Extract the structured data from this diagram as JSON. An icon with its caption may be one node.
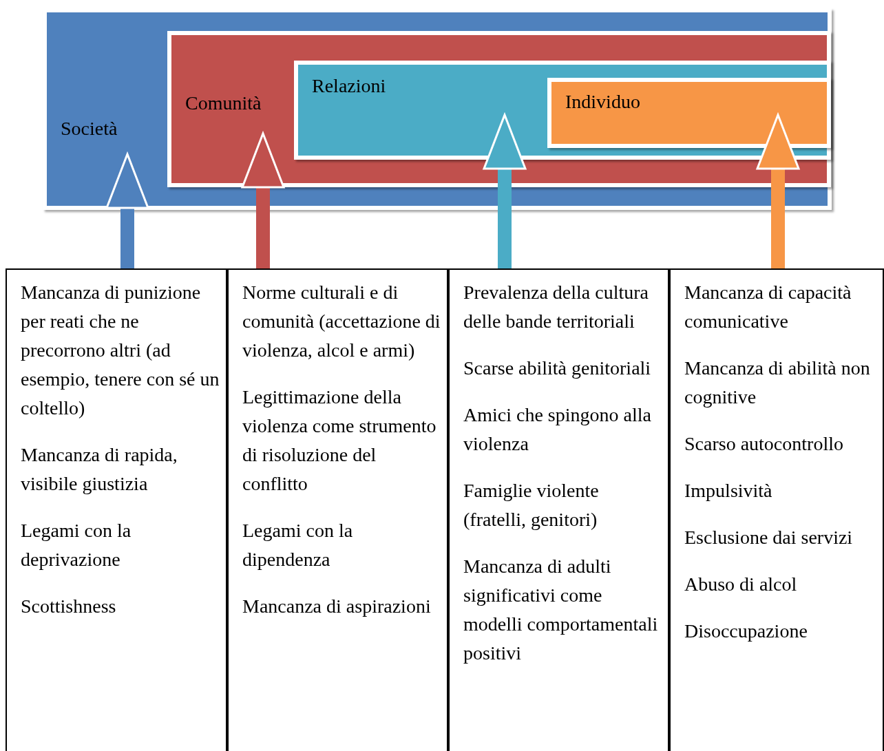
{
  "diagram": {
    "nodes": [
      {
        "text": [
          "Società"
        ]
      },
      {
        "text": [
          "Comunità"
        ],
        "in": 0
      },
      {
        "text": [
          "Relazioni"
        ],
        "in": 1
      },
      {
        "text": [
          "Individuo"
        ],
        "in": 2
      },
      {
        "text": [
          "Mancanza di punizione per reati che ne precorrono altri (ad esempio, tenere con sé un coltello)",
          "Mancanza di rapida, visibile giustizia",
          "Legami con la deprivazione",
          "Scottishness"
        ]
      },
      {
        "text": [
          "Norme culturali e di comunità (accettazione di violenza, alcol e armi)",
          "Legittimazione della violenza come strumento di risoluzione del conflitto",
          "Legami con la dipendenza",
          "Mancanza di aspirazioni"
        ]
      },
      {
        "text": [
          "Prevalenza della cultura delle bande territoriali",
          "Scarse abilità genitoriali",
          "Amici che spingono alla violenza",
          "Famiglie violente (fratelli, genitori)",
          "Mancanza di adulti significativi come modelli comportamentali positivi"
        ]
      },
      {
        "text": [
          "Mancanza di capacità comunicative",
          "Mancanza di abilità non cognitive",
          "Scarso autocontrollo",
          "Impulsività",
          "Esclusione dai servizi",
          "Abuso di alcol",
          "Disoccupazione"
        ]
      }
    ],
    "edges": [
      {
        "from": 4,
        "to": 0,
        "arrow": "to",
        "color": "#4f81bd"
      },
      {
        "from": 5,
        "to": 1,
        "arrow": "to",
        "color": "#c0504d"
      },
      {
        "from": 6,
        "to": 2,
        "arrow": "to",
        "color": "#4bacc6"
      },
      {
        "from": 7,
        "to": 3,
        "arrow": "to",
        "color": "#f79646"
      }
    ]
  }
}
